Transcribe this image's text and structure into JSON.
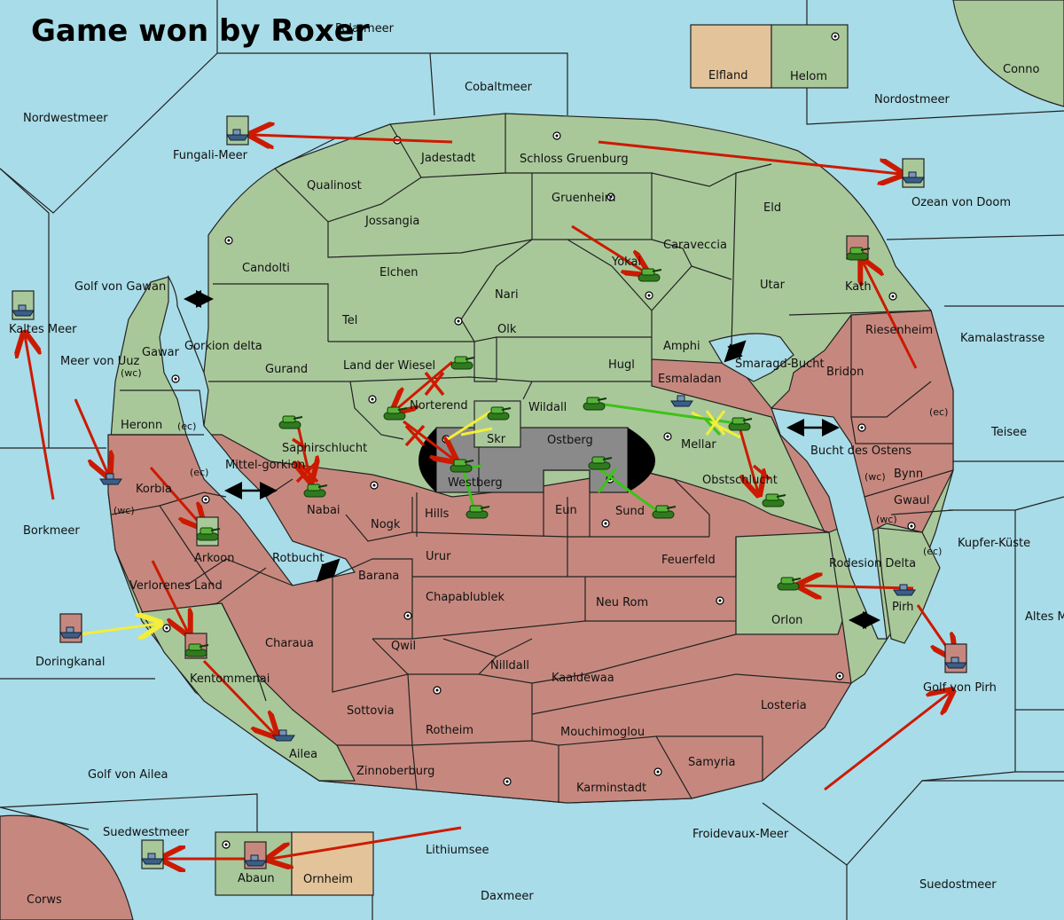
{
  "title": "Game won by Roxer",
  "title_fragment": "Polarmeer",
  "colors": {
    "sea": "#a8dce8",
    "green": "#a9c89a",
    "red": "#c6887e",
    "neutral": "#e3c49a",
    "grey": "#8a8a8a",
    "order": "#cc1a00"
  },
  "provinces": {
    "nordwestmeer": "Nordwestmeer",
    "cobaltmeer": "Cobaltmeer",
    "nordostmeer": "Nordostmeer",
    "conno": "Conno",
    "elfland": "Elfland",
    "helom": "Helom",
    "fungali": "Fungali-Meer",
    "jadestadt": "Jadestadt",
    "schloss": "Schloss Gruenburg",
    "ozean": "Ozean von Doom",
    "qualinost": "Qualinost",
    "jossangia": "Jossangia",
    "gruenheim": "Gruenheim",
    "eld": "Eld",
    "candolti": "Candolti",
    "caraveccia": "Caraveccia",
    "yokai": "Yokai",
    "elchen": "Elchen",
    "nari": "Nari",
    "utar": "Utar",
    "kath": "Kath",
    "golf_gawan": "Golf von Gawan",
    "tel": "Tel",
    "olk": "Olk",
    "riesenheim": "Riesenheim",
    "kamalastrasse": "Kamalastrasse",
    "kaltes": "Kaltes Meer",
    "gawar": "Gawar",
    "gorkion": "Gorkion delta",
    "amphi": "Amphi",
    "smaragd": "Smaragd-Bucht",
    "meer_uuz": "Meer von Uuz",
    "gurand": "Gurand",
    "land_wiesel": "Land der Wiesel",
    "hugl": "Hugl",
    "bridon": "Bridon",
    "esmaladan": "Esmaladan",
    "norterend": "Norterend",
    "wildall": "Wildall",
    "heronn": "Heronn",
    "teisee": "Teisee",
    "skr": "Skr",
    "ostberg": "Ostberg",
    "mellar": "Mellar",
    "saphir": "Saphirschlucht",
    "bucht_ostens": "Bucht des Ostens",
    "mittel": "Mittel-gorkion",
    "korbia": "Korbia",
    "westberg": "Westberg",
    "obstschlucht": "Obstschlucht",
    "bynn": "Bynn",
    "nabai": "Nabai",
    "hills": "Hills",
    "eun": "Eun",
    "sund": "Sund",
    "gwaul": "Gwaul",
    "borkmeer": "Borkmeer",
    "nogk": "Nogk",
    "kupfer": "Kupfer-Küste",
    "arkoon": "Arkoon",
    "rotbucht": "Rotbucht",
    "urur": "Urur",
    "feuerfeld": "Feuerfeld",
    "rodesion": "Rodesion Delta",
    "barana": "Barana",
    "verlorenes": "Verlorenes Land",
    "chapablublek": "Chapablublek",
    "neu_rom": "Neu Rom",
    "orlon": "Orlon",
    "pirh": "Pirh",
    "altes": "Altes Meer",
    "doringkanal": "Doringkanal",
    "charaua": "Charaua",
    "qwil": "Qwil",
    "nilldall": "Nilldall",
    "kaaldewaa": "Kaaldewaa",
    "kentommenai": "Kentommenai",
    "golf_pirh": "Golf von Pirh",
    "losteria": "Losteria",
    "sottovia": "Sottovia",
    "rotheim": "Rotheim",
    "mouchimoglou": "Mouchimoglou",
    "ailea": "Ailea",
    "samyria": "Samyria",
    "golf_ailea": "Golf von Ailea",
    "zinnoberburg": "Zinnoberburg",
    "karminstadt": "Karminstadt",
    "suedwestmeer": "Suedwestmeer",
    "froidevaux": "Froidevaux-Meer",
    "lithiumsee": "Lithiumsee",
    "abaun": "Abaun",
    "ornheim": "Ornheim",
    "suedostmeer": "Suedostmeer",
    "corws": "Corws",
    "daxmeer": "Daxmeer"
  },
  "coast_tags": {
    "ec": "(ec)",
    "wc": "(wc)"
  }
}
